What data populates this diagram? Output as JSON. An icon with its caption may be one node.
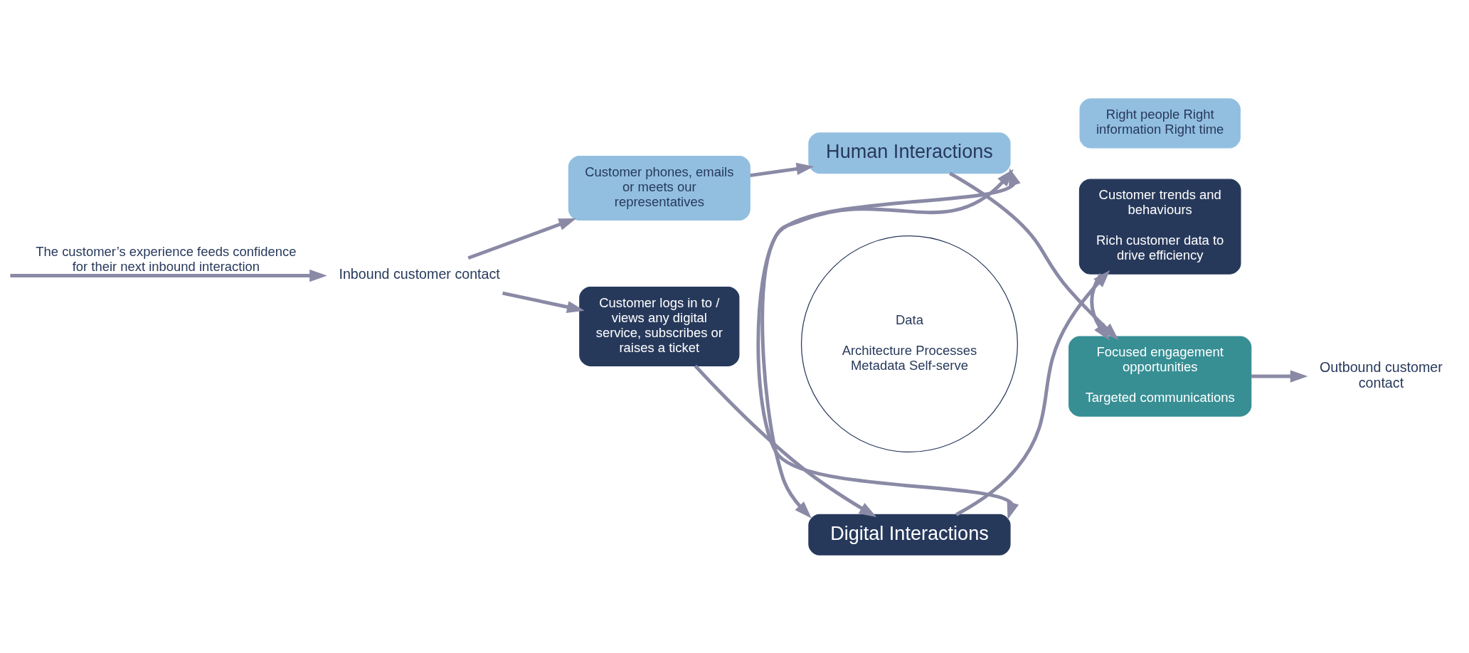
{
  "diagram": {
    "nodes": [
      {
        "text": [
          "Inbound customer contact"
        ]
      },
      {
        "text": [
          "Customer phones, emails or meets our representatives"
        ]
      },
      {
        "text": [
          "Customer logs in to / views any digital service, subscribes or raises a ticket"
        ]
      },
      {
        "text": [
          "Human Interactions"
        ]
      },
      {
        "text": [
          "Digital Interactions"
        ]
      },
      {
        "text": [
          "Data",
          "Architecture Processes Metadata Self-serve"
        ]
      },
      {
        "text": [
          "Right people Right information Right time"
        ]
      },
      {
        "text": [
          "Focused engagement opportunities",
          "Targeted communications"
        ]
      },
      {
        "text": [
          "Customer trends and behaviours",
          "Rich customer data to drive efficiency"
        ]
      },
      {
        "text": [
          "Outbound customer contact"
        ]
      }
    ],
    "edges": [
      {
        "from": null,
        "to": 0,
        "arrow": "to",
        "label": "The customer’s experience feeds confidence for their next inbound interaction"
      },
      {
        "from": 0,
        "to": 1,
        "arrow": "to"
      },
      {
        "from": 0,
        "to": 2,
        "arrow": "to"
      },
      {
        "from": 1,
        "to": 3,
        "arrow": "to"
      },
      {
        "from": 2,
        "to": 4,
        "arrow": "to"
      },
      {
        "from": 3,
        "to": 4,
        "arrow": "both"
      },
      {
        "from": 3,
        "to": 4,
        "arrow": "both"
      },
      {
        "from": 3,
        "to": 7,
        "arrow": "to"
      },
      {
        "from": 4,
        "to": 8,
        "arrow": "to"
      },
      {
        "from": 8,
        "to": 7,
        "arrow": "to"
      },
      {
        "from": 7,
        "to": 9,
        "arrow": "to"
      }
    ]
  }
}
